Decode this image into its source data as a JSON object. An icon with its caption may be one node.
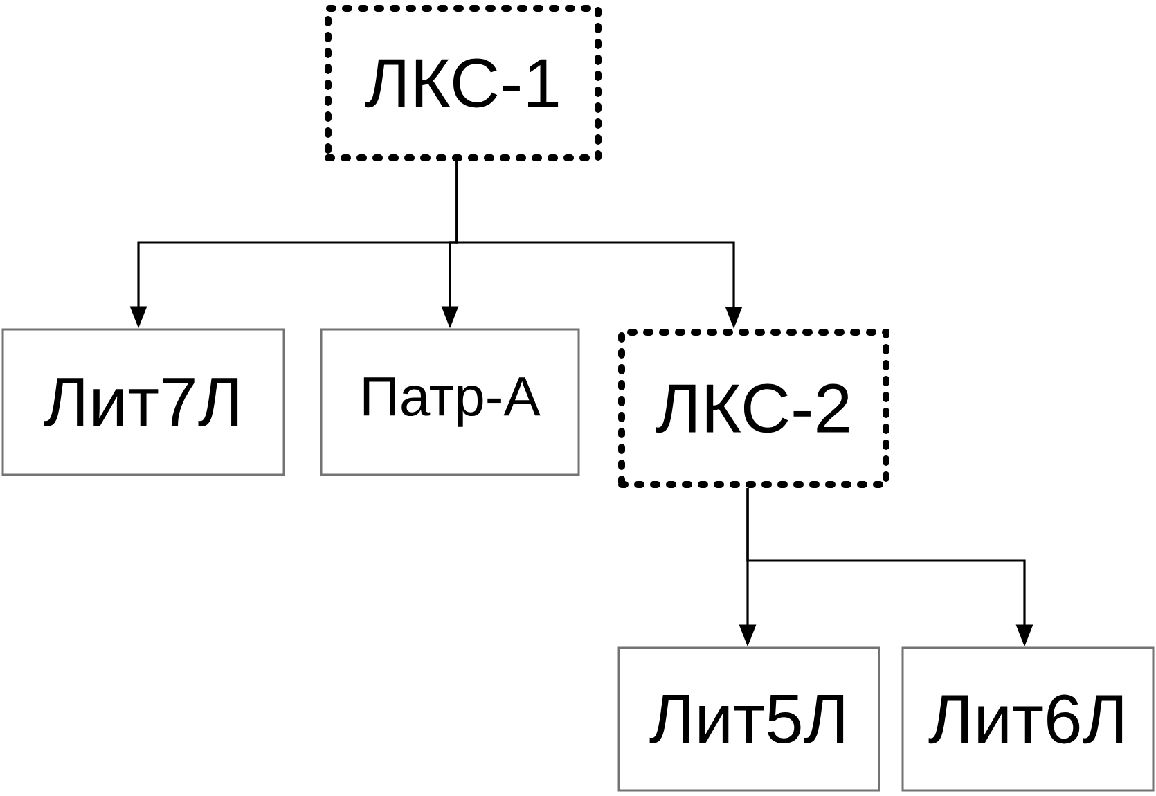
{
  "diagram": {
    "nodes": [
      {
        "text": [
          "ЛКС-1"
        ]
      },
      {
        "text": [
          "Лит7Л"
        ]
      },
      {
        "text": [
          "Патр-А"
        ]
      },
      {
        "text": [
          "ЛКС-2"
        ]
      },
      {
        "text": [
          "Лит5Л"
        ]
      },
      {
        "text": [
          "Лит6Л"
        ]
      }
    ],
    "edges": [
      {
        "from": 0,
        "to": 1,
        "arrow": "to"
      },
      {
        "from": 0,
        "to": 2,
        "arrow": "to"
      },
      {
        "from": 0,
        "to": 3,
        "arrow": "to"
      },
      {
        "from": 3,
        "to": 4,
        "arrow": "to"
      },
      {
        "from": 3,
        "to": 5,
        "arrow": "to"
      }
    ]
  }
}
